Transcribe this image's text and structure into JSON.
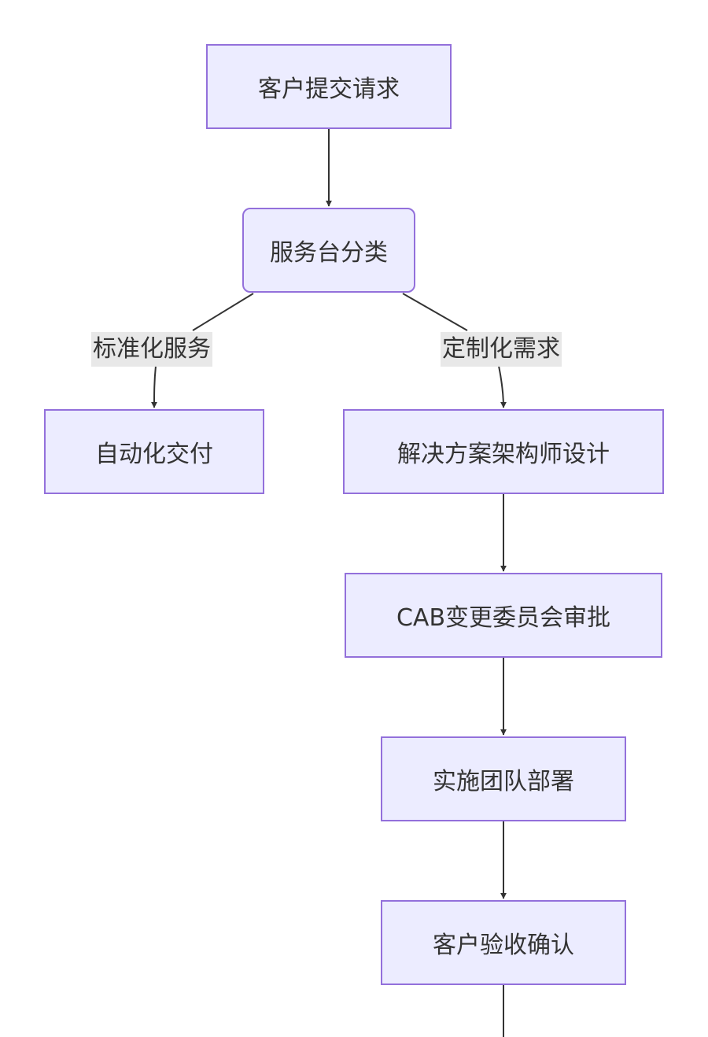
{
  "diagram": {
    "nodes": [
      {
        "id": "n1",
        "label": "客户提交请求"
      },
      {
        "id": "n2",
        "label": "服务台分类"
      },
      {
        "id": "n3",
        "label": "自动化交付"
      },
      {
        "id": "n4",
        "label": "解决方案架构师设计"
      },
      {
        "id": "n5",
        "label": "CAB变更委员会审批"
      },
      {
        "id": "n6",
        "label": "实施团队部署"
      },
      {
        "id": "n7",
        "label": "客户验收确认"
      }
    ],
    "edges": [
      {
        "from": "n1",
        "to": "n2",
        "label": ""
      },
      {
        "from": "n2",
        "to": "n3",
        "label": "标准化服务"
      },
      {
        "from": "n2",
        "to": "n4",
        "label": "定制化需求"
      },
      {
        "from": "n4",
        "to": "n5",
        "label": ""
      },
      {
        "from": "n5",
        "to": "n6",
        "label": ""
      },
      {
        "from": "n6",
        "to": "n7",
        "label": ""
      },
      {
        "from": "n7",
        "to": "",
        "label": ""
      }
    ]
  },
  "colors": {
    "node_fill": "#ECECFF",
    "node_border": "#9370DB",
    "edge": "#333333",
    "label_bg": "#e8e8e8",
    "text": "#333333"
  }
}
